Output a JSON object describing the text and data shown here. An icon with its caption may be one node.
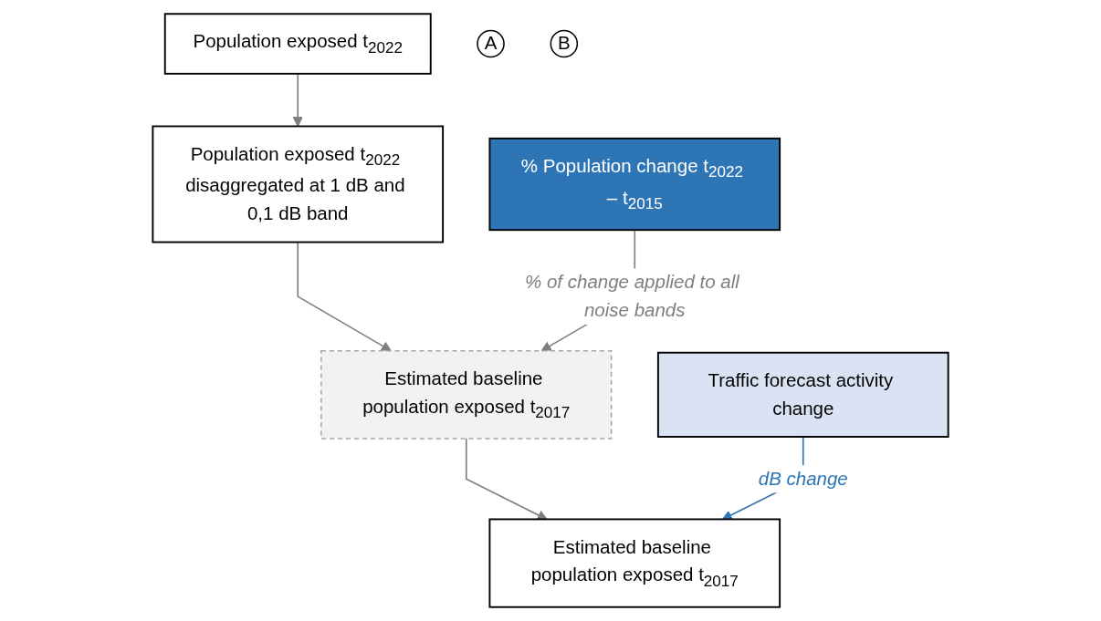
{
  "diagram": {
    "nodes": [
      {
        "text": [
          "Population exposed t$_{2022}$"
        ]
      },
      {
        "text": [
          "Population exposed t$_{2022}$ disaggregated at 1 dB and 0,1 dB band"
        ]
      },
      {
        "text": [
          "A"
        ]
      },
      {
        "text": [
          "% Population change t$_{2022}$ – t$_{2015}$"
        ]
      },
      {
        "text": [
          "Estimated baseline population exposed t$_{2017}$"
        ]
      },
      {
        "text": [
          "B"
        ]
      },
      {
        "text": [
          "Traffic forecast activity change"
        ]
      },
      {
        "text": [
          "Estimated baseline population exposed t$_{2017}$"
        ]
      }
    ],
    "edges": [
      {
        "from": 0,
        "to": 1,
        "arrow": "to"
      },
      {
        "from": 1,
        "to": 4,
        "arrow": "to"
      },
      {
        "from": 3,
        "to": 4,
        "arrow": "to",
        "label": "% of change applied to all noise bands"
      },
      {
        "from": 4,
        "to": 7,
        "arrow": "to"
      },
      {
        "from": 6,
        "to": 7,
        "arrow": "to",
        "label": "dB change",
        "color": "#2e75b6"
      }
    ]
  }
}
